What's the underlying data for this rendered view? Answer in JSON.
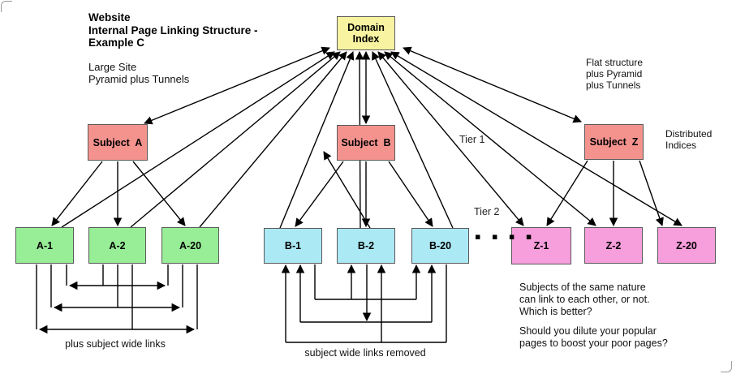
{
  "title": "Website\nInternal Page Linking Structure -\nExample C",
  "subtitle": "Large Site\nPyramid plus Tunnels",
  "annotations": {
    "flat_structure": "Flat structure\nplus Pyramid\nplus Tunnels",
    "distributed_indices": "Distributed\nIndices",
    "tier1": "Tier 1",
    "tier2": "Tier 2",
    "plus_subject_wide_links": "plus subject wide links",
    "subject_wide_links_removed": "subject wide links removed",
    "question1": "Subjects of the same nature\ncan link to each other, or not.\nWhich is better?",
    "question2": "Should you dilute your popular\npages to boost your poor pages?",
    "ellipsis": "▪ ▪ ▪ ▪"
  },
  "nodes": {
    "domain": {
      "label": "Domain\nIndex",
      "fill": "#F7F3A0"
    },
    "subject_a": {
      "label": "Subject  A",
      "fill": "#F4938E"
    },
    "subject_b": {
      "label": "Subject  B",
      "fill": "#F4938E"
    },
    "subject_z": {
      "label": "Subject  Z",
      "fill": "#F4938E"
    },
    "a1": {
      "label": "A-1",
      "fill": "#97EE97"
    },
    "a2": {
      "label": "A-2",
      "fill": "#97EE97"
    },
    "a20": {
      "label": "A-20",
      "fill": "#97EE97"
    },
    "b1": {
      "label": "B-1",
      "fill": "#ABE9F5"
    },
    "b2": {
      "label": "B-2",
      "fill": "#ABE9F5"
    },
    "b20": {
      "label": "B-20",
      "fill": "#ABE9F5"
    },
    "z1": {
      "label": "Z-1",
      "fill": "#F79EDC"
    },
    "z2": {
      "label": "Z-2",
      "fill": "#F79EDC"
    },
    "z20": {
      "label": "Z-20",
      "fill": "#F79EDC"
    }
  },
  "colors": {
    "line": "#000000",
    "box_border": "#5a5a5a",
    "frame_corner": "#999999",
    "background": "#ffffff"
  },
  "edges": [
    {
      "from": "domain",
      "to": "subject_a",
      "two_way": true
    },
    {
      "from": "domain",
      "to": "subject_b",
      "two_way": true
    },
    {
      "from": "domain",
      "to": "subject_z",
      "two_way": true
    },
    {
      "from": "subject_a",
      "to": "a1"
    },
    {
      "from": "subject_a",
      "to": "a2"
    },
    {
      "from": "subject_a",
      "to": "a20"
    },
    {
      "from": "subject_b",
      "to": "b1"
    },
    {
      "from": "subject_b",
      "to": "b2"
    },
    {
      "from": "subject_b",
      "to": "b20"
    },
    {
      "from": "subject_z",
      "to": "z1"
    },
    {
      "from": "subject_z",
      "to": "z2"
    },
    {
      "from": "subject_z",
      "to": "z20"
    },
    {
      "from": "a1",
      "to": "domain"
    },
    {
      "from": "a2",
      "to": "domain"
    },
    {
      "from": "a20",
      "to": "domain"
    },
    {
      "from": "b1",
      "to": "domain"
    },
    {
      "from": "b2",
      "to": "domain"
    },
    {
      "from": "b20",
      "to": "domain"
    },
    {
      "from": "b2",
      "to": "subject_b"
    },
    {
      "from": "domain",
      "to": "z1",
      "two_way": true
    },
    {
      "from": "domain",
      "to": "z2",
      "two_way": true
    },
    {
      "from": "domain",
      "to": "z20",
      "two_way": true
    },
    {
      "group": "A",
      "note": "three two-way subject-wide link buses between A-1, A-2, A-20"
    },
    {
      "group": "B",
      "note": "one-way bus links into B-1, B-2, B-20 (subject wide links removed)"
    }
  ]
}
